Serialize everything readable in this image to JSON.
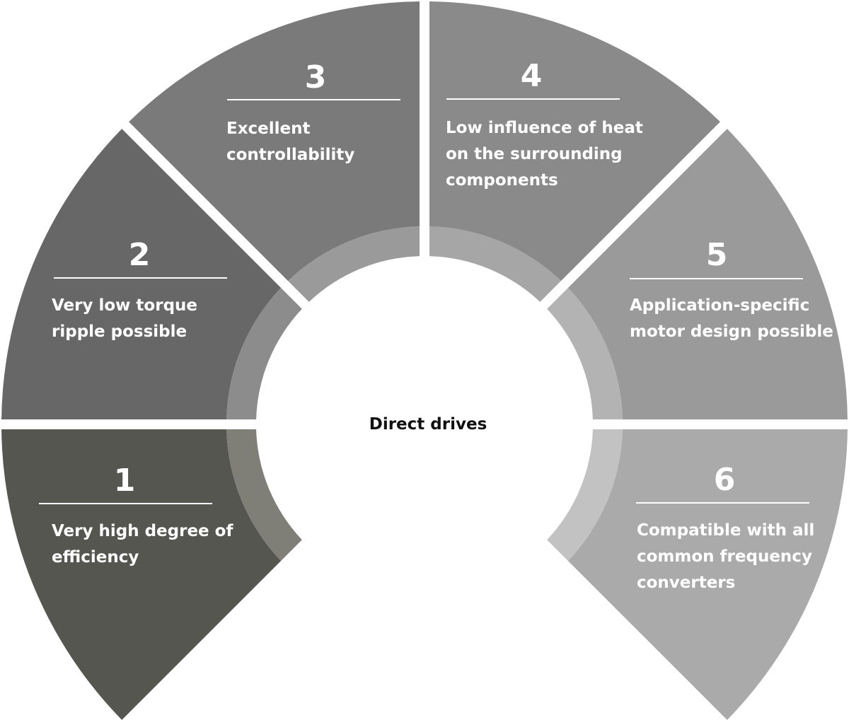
{
  "center_label": "Direct drives",
  "segments": [
    {
      "number": "1",
      "lines": [
        "Very high degree of",
        "efficiency"
      ],
      "color": "#55564f",
      "ring_color": "#7f7f78"
    },
    {
      "number": "2",
      "lines": [
        "Very low torque",
        "ripple possible"
      ],
      "color": "#676767",
      "ring_color": "#8c8c8c"
    },
    {
      "number": "3",
      "lines": [
        "Excellent",
        "controllability"
      ],
      "color": "#7a7a7a",
      "ring_color": "#9a9a9a"
    },
    {
      "number": "4",
      "lines": [
        "Low influence of heat",
        "on the surrounding",
        "components"
      ],
      "color": "#8a8a8a",
      "ring_color": "#a6a6a6"
    },
    {
      "number": "5",
      "lines": [
        "Application-specific",
        "motor design possible"
      ],
      "color": "#9a9a9a",
      "ring_color": "#b3b3b3"
    },
    {
      "number": "6",
      "lines": [
        "Compatible with all",
        "common frequency",
        "converters"
      ],
      "color": "#aaaaaa",
      "ring_color": "#c2c2c2"
    }
  ]
}
